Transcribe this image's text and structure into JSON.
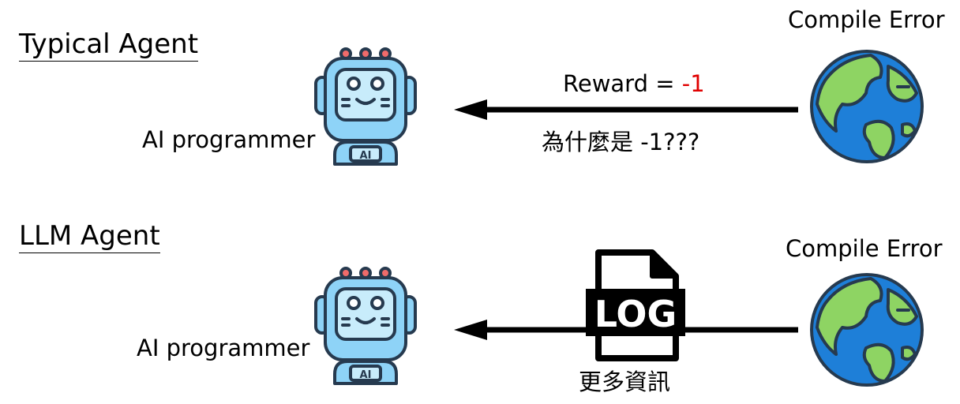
{
  "typical": {
    "heading": "Typical Agent",
    "agent_label": "AI programmer",
    "env_label": "Compile Error",
    "reward_prefix": "Reward = ",
    "reward_value": "-1",
    "question": "為什麼是 -1???",
    "robot_badge": "AI"
  },
  "llm": {
    "heading": "LLM Agent",
    "agent_label": "AI programmer",
    "env_label": "Compile Error",
    "log_label": "LOG",
    "more_info": "更多資訊",
    "robot_badge": "AI"
  },
  "colors": {
    "reward_value": "#e00000",
    "robot_face": "#8ed3f7",
    "robot_outline": "#263a4f",
    "robot_accent": "#f06b6b",
    "globe_ocean": "#1e7fd8",
    "globe_land": "#8ed463"
  }
}
